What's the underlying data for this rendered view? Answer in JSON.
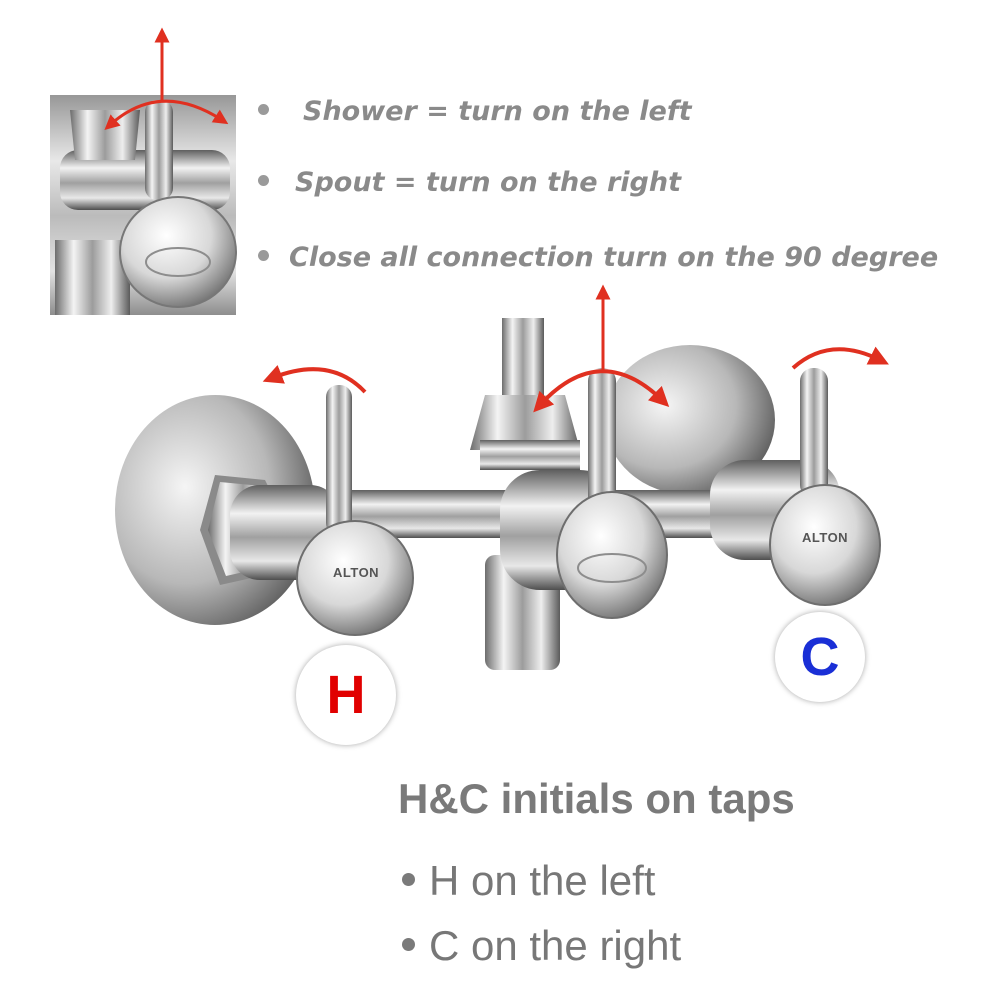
{
  "notes": [
    "Shower = turn on the left",
    "Spout = turn on the right",
    "Close all connection turn on the 90 degree"
  ],
  "badges": {
    "hot": {
      "letter": "H",
      "color": "#e10000"
    },
    "cold": {
      "letter": "C",
      "color": "#1a2fd6"
    }
  },
  "brand": "ALTON",
  "heading": "H&C initials on taps",
  "items": [
    "H on the left",
    "C on the right"
  ],
  "colors": {
    "arrow": "#e03020",
    "text": "#7a7a7a"
  }
}
